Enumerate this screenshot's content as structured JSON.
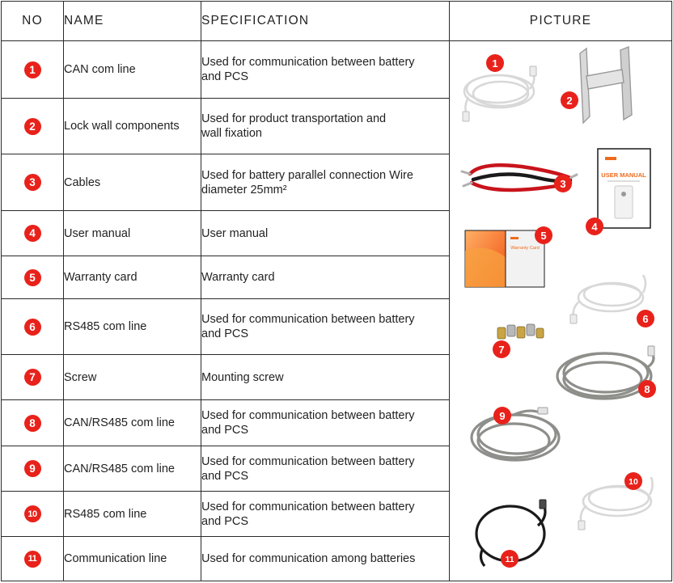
{
  "header": {
    "no": "NO",
    "name": "NAME",
    "specification": "SPECIFICATION",
    "picture": "PICTURE"
  },
  "rows": [
    {
      "no": "1",
      "name": "CAN com line",
      "spec_line1": "Used for communication between battery",
      "spec_line2": "and PCS"
    },
    {
      "no": "2",
      "name": "Lock wall components",
      "spec_line1": "Used for product transportation and",
      "spec_line2": "wall fixation"
    },
    {
      "no": "3",
      "name": "Cables",
      "spec_line1": "Used for battery parallel connection Wire",
      "spec_line2": "diameter 25mm²"
    },
    {
      "no": "4",
      "name": "User manual",
      "spec_line1": "User manual",
      "spec_line2": ""
    },
    {
      "no": "5",
      "name": "Warranty card",
      "spec_line1": "Warranty card",
      "spec_line2": ""
    },
    {
      "no": "6",
      "name": "RS485 com line",
      "spec_line1": "Used for communication between battery",
      "spec_line2": "and PCS"
    },
    {
      "no": "7",
      "name": "Screw",
      "spec_line1": "Mounting screw",
      "spec_line2": ""
    },
    {
      "no": "8",
      "name": "CAN/RS485 com line",
      "spec_line1": "Used for communication between battery",
      "spec_line2": "and PCS"
    },
    {
      "no": "9",
      "name": "CAN/RS485 com line",
      "spec_line1": "Used for communication between battery",
      "spec_line2": "and PCS"
    },
    {
      "no": "10",
      "name": "RS485 com line",
      "spec_line1": "Used for communication between battery",
      "spec_line2": "and PCS"
    },
    {
      "no": "11",
      "name": "Communication line",
      "spec_line1": "Used for communication among batteries",
      "spec_line2": ""
    }
  ],
  "picture": {
    "manual_cover_text": "USER MANUAL",
    "warranty_card_text": "Warranty Card",
    "callouts": [
      "1",
      "2",
      "3",
      "4",
      "5",
      "6",
      "7",
      "8",
      "9",
      "10",
      "11"
    ]
  },
  "colors": {
    "badge": "#e8221b",
    "border": "#2a2a2a",
    "white_cable": "#d8d8d8",
    "grey_cable": "#8e8e8a",
    "red_cable": "#c8141c",
    "black_cable": "#1a1a1a",
    "warranty_orange": "#ef6a1c"
  }
}
